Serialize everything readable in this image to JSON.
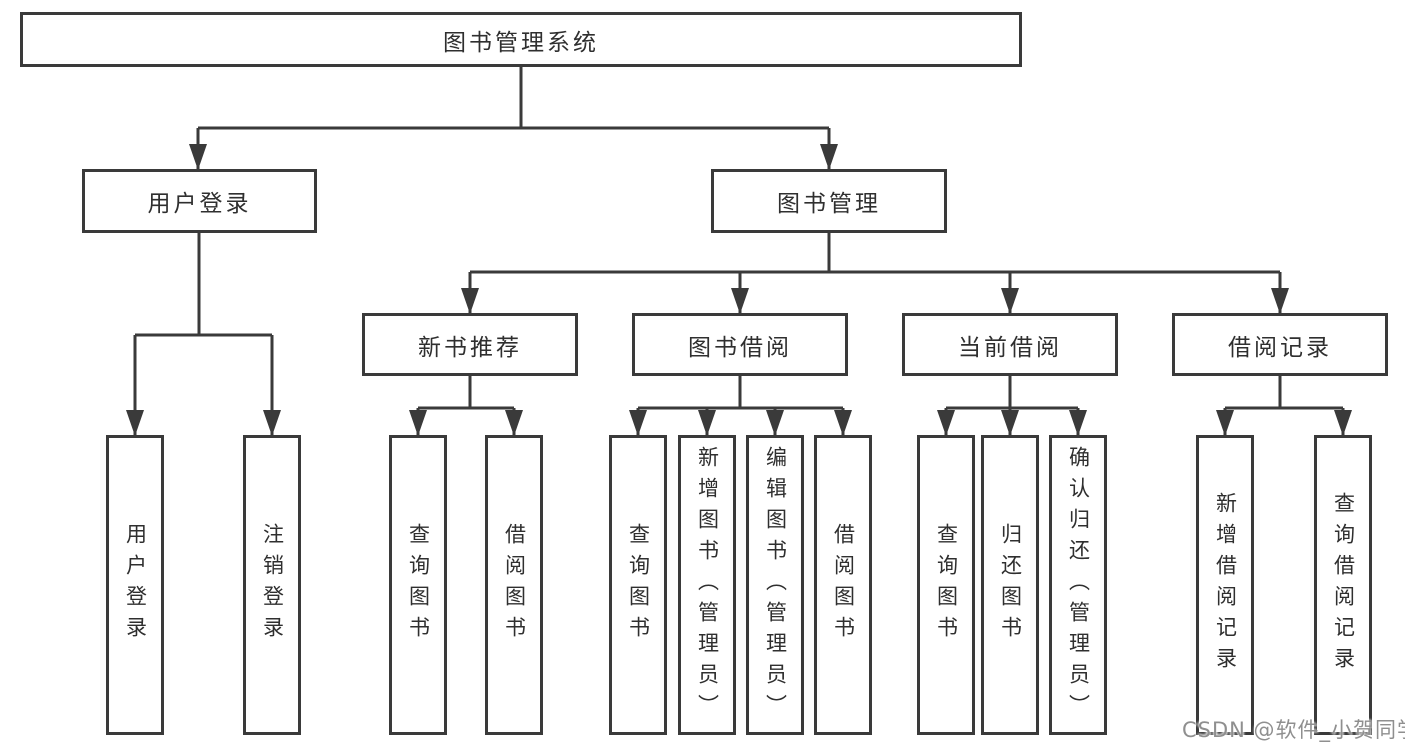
{
  "diagram": {
    "root": "图书管理系统",
    "branches": {
      "user_login": {
        "label": "用户登录",
        "children": {
          "login": "用户登录",
          "logout": "注销登录"
        }
      },
      "book_management": {
        "label": "图书管理",
        "children": {
          "new_book_rec": {
            "label": "新书推荐",
            "children": {
              "query": "查询图书",
              "borrow": "借阅图书"
            }
          },
          "book_borrow": {
            "label": "图书借阅",
            "children": {
              "query": "查询图书",
              "add": "新增图书（管理员）",
              "edit": "编辑图书（管理员）",
              "borrow": "借阅图书"
            }
          },
          "current_borrow": {
            "label": "当前借阅",
            "children": {
              "query": "查询图书",
              "return": "归还图书",
              "confirm": "确认归还（管理员）"
            }
          },
          "borrow_records": {
            "label": "借阅记录",
            "children": {
              "add": "新增借阅记录",
              "query": "查询借阅记录"
            }
          }
        }
      }
    }
  },
  "watermark": "CSDN @软件_小贺同学",
  "colors": {
    "line": "#3a3a3a",
    "text": "#2f2f2f",
    "watermark": "#8f8f8f",
    "background": "#ffffff"
  }
}
